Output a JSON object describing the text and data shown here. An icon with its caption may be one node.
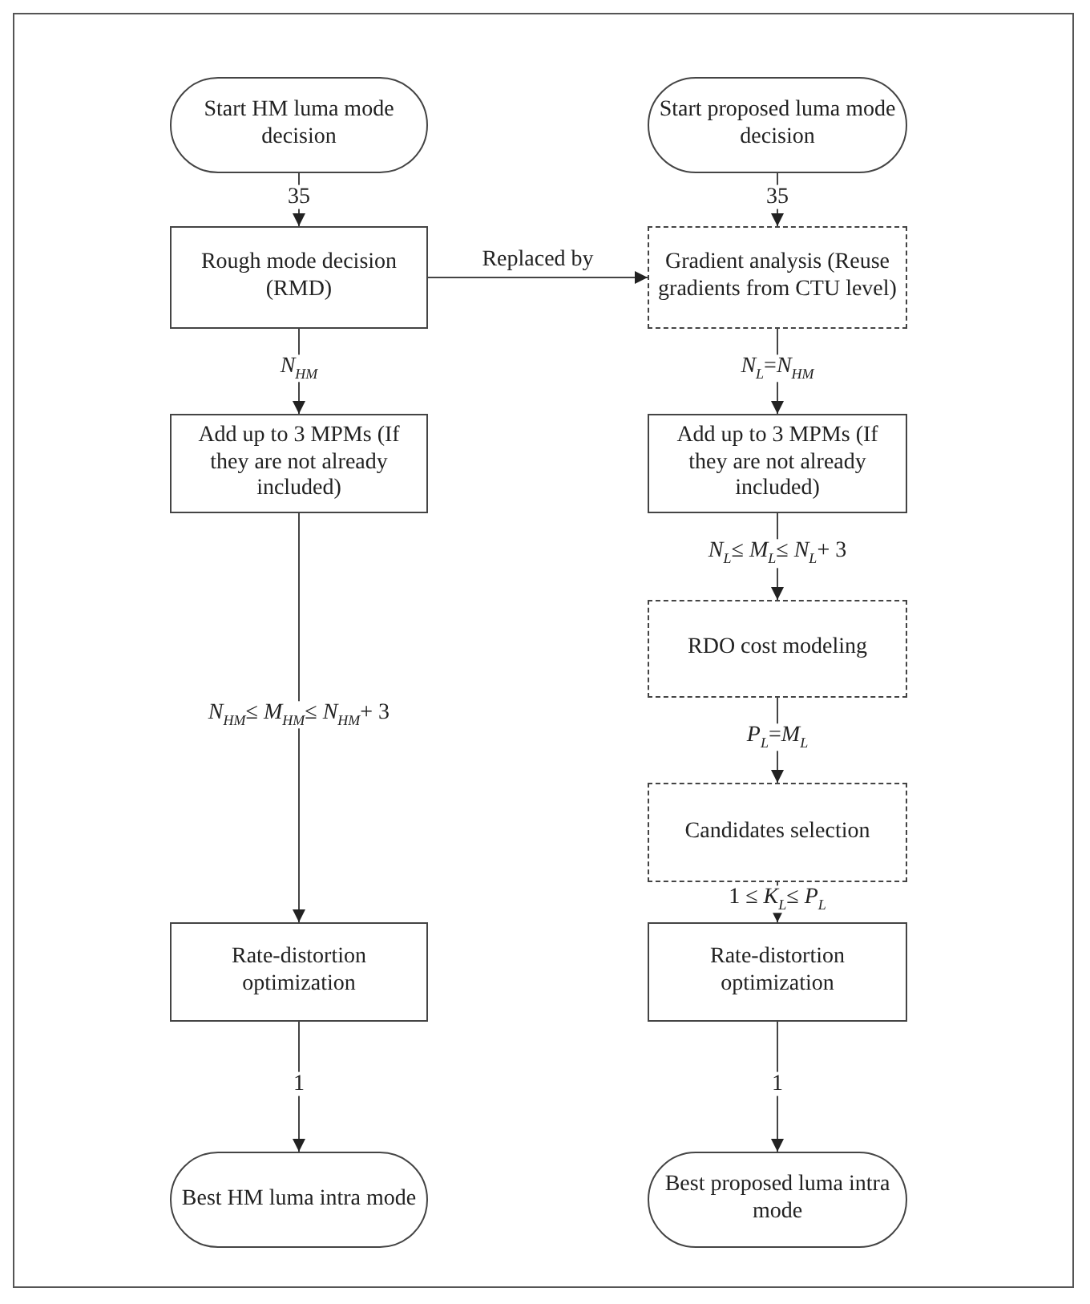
{
  "diagram": {
    "nodes": [
      {
        "text": [
          "Start HM luma mode decision"
        ]
      },
      {
        "text": [
          "Rough mode decision (RMD)"
        ]
      },
      {
        "text": [
          "Add up to 3 MPMs (If they are not already included)"
        ]
      },
      {
        "text": [
          "Rate-distortion optimization"
        ]
      },
      {
        "text": [
          "Best HM luma intra mode"
        ]
      },
      {
        "text": [
          "Start proposed luma mode decision"
        ]
      },
      {
        "text": [
          "Gradient analysis (Reuse gradients from CTU level)"
        ]
      },
      {
        "text": [
          "Add up to 3 MPMs (If they are not already included)"
        ]
      },
      {
        "text": [
          "RDO cost modeling"
        ]
      },
      {
        "text": [
          "Candidates selection"
        ]
      },
      {
        "text": [
          "Rate-distortion optimization"
        ]
      },
      {
        "text": [
          "Best proposed luma intra mode"
        ]
      }
    ],
    "edges": [
      {
        "from": 0,
        "to": 1,
        "arrow": "to",
        "label": "35"
      },
      {
        "from": 1,
        "to": 2,
        "arrow": "to",
        "label": "*N*$_{HM}$"
      },
      {
        "from": 2,
        "to": 3,
        "arrow": "to",
        "label": "*N*$_{HM}$≤ *M*$_{HM}$≤ *N*$_{HM}$+ 3"
      },
      {
        "from": 3,
        "to": 4,
        "arrow": "to",
        "label": "1"
      },
      {
        "from": 1,
        "to": 6,
        "arrow": "to",
        "label": "Replaced by"
      },
      {
        "from": 5,
        "to": 6,
        "arrow": "to",
        "label": "35"
      },
      {
        "from": 6,
        "to": 7,
        "arrow": "to",
        "label": "*N*$_{L}$=*N*$_{HM}$"
      },
      {
        "from": 7,
        "to": 8,
        "arrow": "to",
        "label": "*N*$_{L}$≤ *M*$_{L}$≤ *N*$_{L}$+ 3"
      },
      {
        "from": 8,
        "to": 9,
        "arrow": "to",
        "label": "*P*$_{L}$=*M*$_{L}$"
      },
      {
        "from": 9,
        "to": 10,
        "arrow": "to",
        "label": "1 ≤ *K*$_{L}$≤ *P*$_{L}$"
      },
      {
        "from": 10,
        "to": 11,
        "arrow": "to",
        "label": "1"
      }
    ]
  }
}
